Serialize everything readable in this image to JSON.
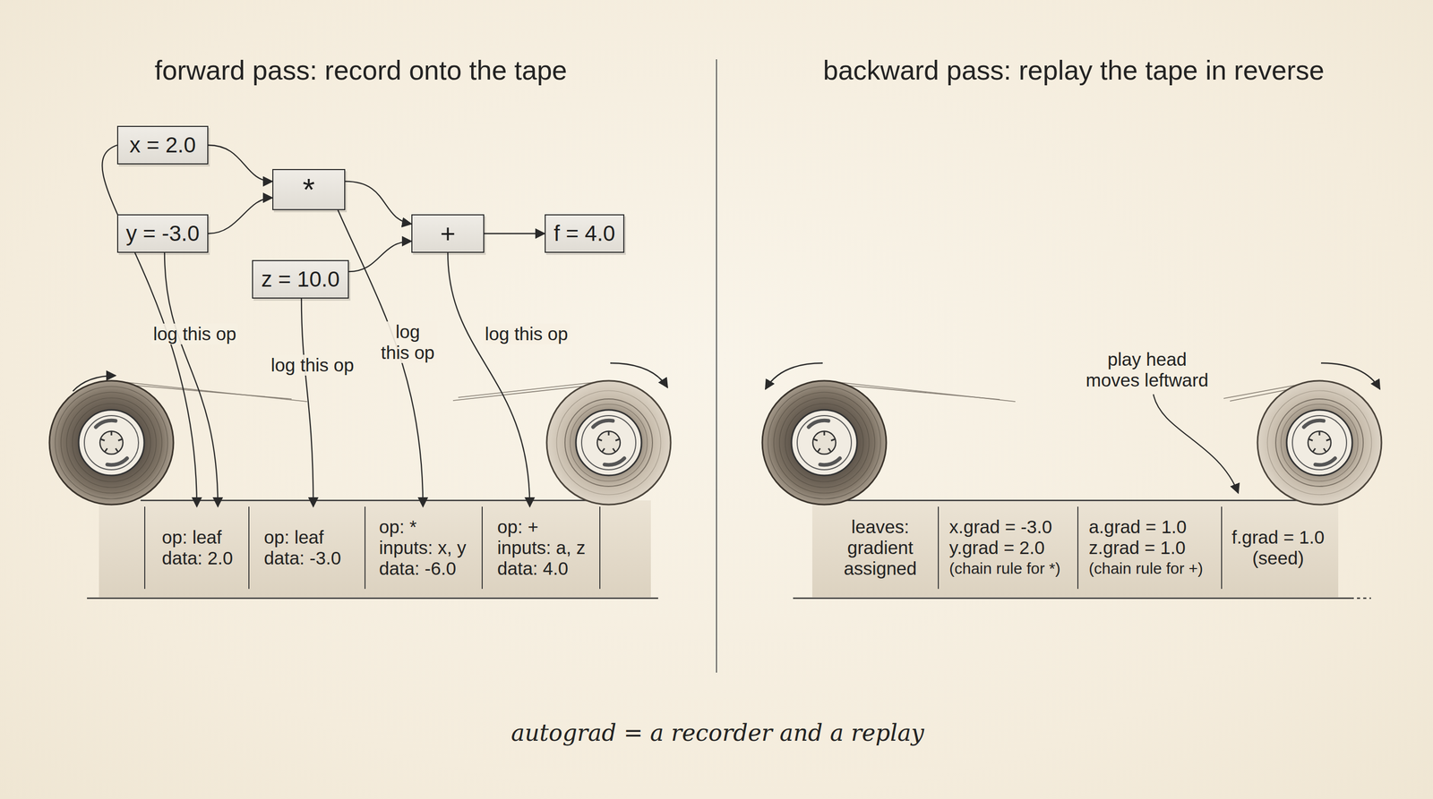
{
  "diagram": {
    "caption": "autograd = a recorder and a replay",
    "nodes": [
      {
        "text": [
          "x = 2.0"
        ]
      },
      {
        "text": [
          "*"
        ]
      },
      {
        "text": [
          "y = -3.0"
        ]
      },
      {
        "text": [
          "+"
        ]
      },
      {
        "text": [
          "f = 4.0"
        ]
      },
      {
        "text": [
          "z = 10.0"
        ]
      },
      {
        "text": [
          "op: leaf",
          "data: 2.0"
        ]
      },
      {
        "text": [
          "op: leaf",
          "data: -3.0"
        ]
      },
      {
        "text": [
          "op: *",
          "inputs: x, y",
          "data: -6.0"
        ]
      },
      {
        "text": [
          "op: +",
          "inputs: a, z",
          "data: 4.0"
        ]
      },
      {
        "text": [
          "leaves: gradient assigned"
        ]
      },
      {
        "text": [
          "x.grad = -3.0",
          "y.grad = 2.0",
          "(chain rule for *)"
        ]
      },
      {
        "text": [
          "a.grad = 1.0",
          "z.grad = 1.0",
          "(chain rule for +)"
        ]
      },
      {
        "text": [
          "f.grad = 1.0",
          "(seed)"
        ]
      }
    ],
    "edges": [
      {
        "from": 0,
        "to": 1,
        "arrow": "to"
      },
      {
        "from": 2,
        "to": 1,
        "arrow": "to"
      },
      {
        "from": 1,
        "to": 3,
        "arrow": "to"
      },
      {
        "from": 5,
        "to": 3,
        "arrow": "to"
      },
      {
        "from": 3,
        "to": 4,
        "arrow": "to"
      },
      {
        "from": 0,
        "to": 6,
        "arrow": "to"
      },
      {
        "from": 2,
        "to": 6,
        "label": "log this op",
        "arrow": "to"
      },
      {
        "from": 5,
        "to": 7,
        "label": "log this op",
        "arrow": "to"
      },
      {
        "from": 1,
        "to": 8,
        "label": "log this op",
        "arrow": "to"
      },
      {
        "from": 3,
        "to": 9,
        "label": "log this op",
        "arrow": "to"
      }
    ],
    "labels": [
      "forward pass: record onto the tape",
      "backward pass: replay the tape in reverse",
      "play head moves leftward"
    ]
  }
}
